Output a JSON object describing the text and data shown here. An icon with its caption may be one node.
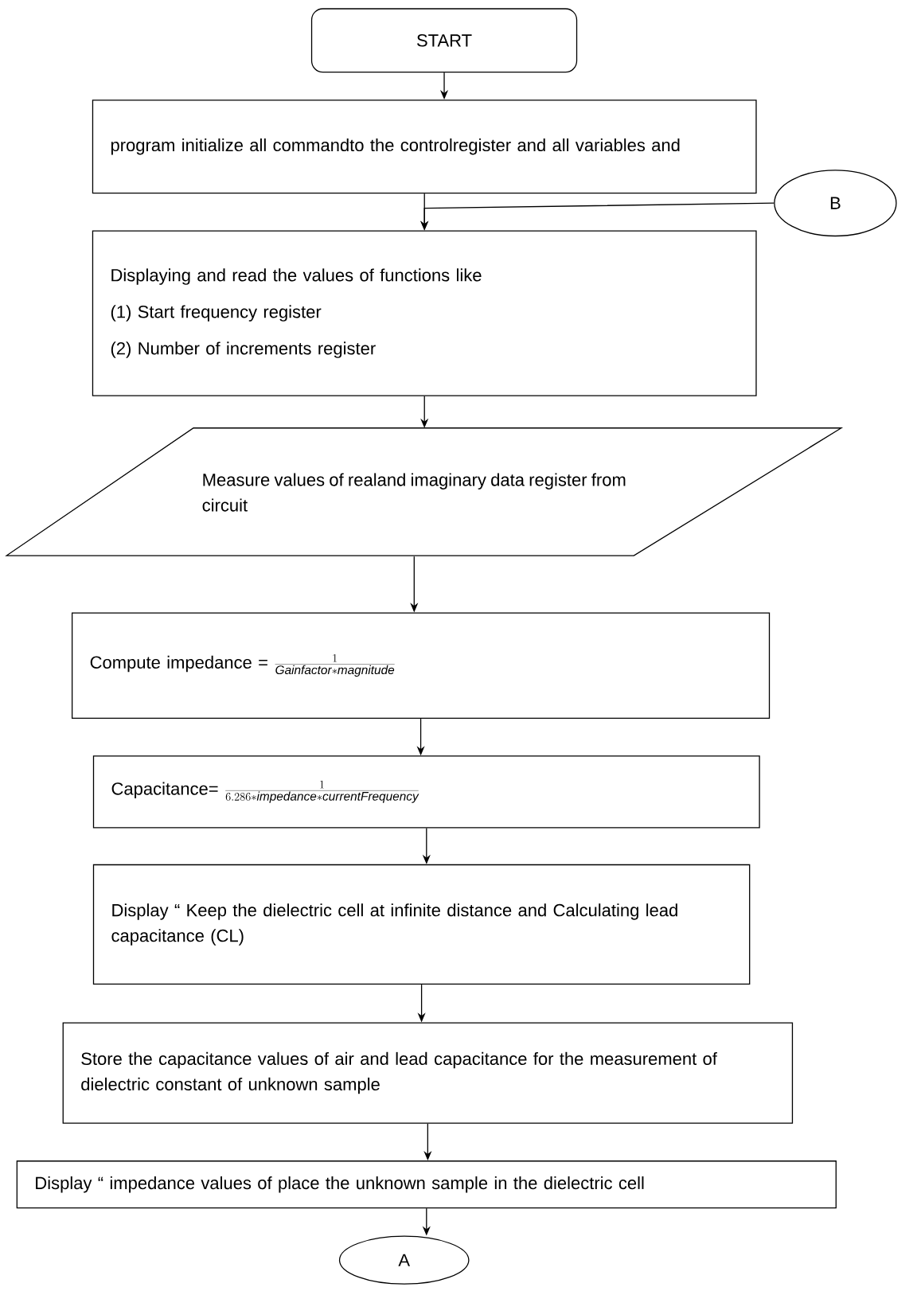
{
  "diagram": {
    "nodes": [
      {
        "text": [
          "START"
        ]
      },
      {
        "text": [
          "program initialize all commandto the controlregister and all variables and"
        ]
      },
      {
        "text": [
          "B"
        ]
      },
      {
        "text": [
          "Displaying and read the values of functions like",
          "(1) Start frequency register",
          "(2) Number of increments register"
        ]
      },
      {
        "text": [
          "Measure values of realand imaginary data register from circuit"
        ]
      },
      {
        "text": [
          "Compute impedance =",
          "\\frac{1}{\\mathit{Gainfactor}\\ast\\mathit{magnitude}}"
        ]
      },
      {
        "text": [
          "Capacitance=",
          "\\frac{1}{6.286\\ast\\mathit{impedance}\\ast\\mathit{currentFrequency}}"
        ]
      },
      {
        "text": [
          "Display “ Keep the dielectric cell at infinite distance and Calculating lead capacitance (CL)"
        ]
      },
      {
        "text": [
          "Store the capacitance values of air and lead capacitance for the measurement of dielectric constant of unknown sample"
        ]
      },
      {
        "text": [
          "Display “ impedance values of place the unknown sample in the dielectric cell"
        ]
      },
      {
        "text": [
          "A"
        ]
      }
    ],
    "edges": [
      {
        "from": 0,
        "to": 1,
        "arrow": "to"
      },
      {
        "from": 1,
        "to": 3,
        "arrow": "to"
      },
      {
        "from": 2,
        "to": 3,
        "arrow": "to"
      },
      {
        "from": 3,
        "to": 4,
        "arrow": "to"
      },
      {
        "from": 4,
        "to": 5,
        "arrow": "to"
      },
      {
        "from": 5,
        "to": 6,
        "arrow": "to"
      },
      {
        "from": 6,
        "to": 7,
        "arrow": "to"
      },
      {
        "from": 7,
        "to": 8,
        "arrow": "to"
      },
      {
        "from": 8,
        "to": 9,
        "arrow": "to"
      },
      {
        "from": 9,
        "to": 10,
        "arrow": "to"
      }
    ]
  }
}
